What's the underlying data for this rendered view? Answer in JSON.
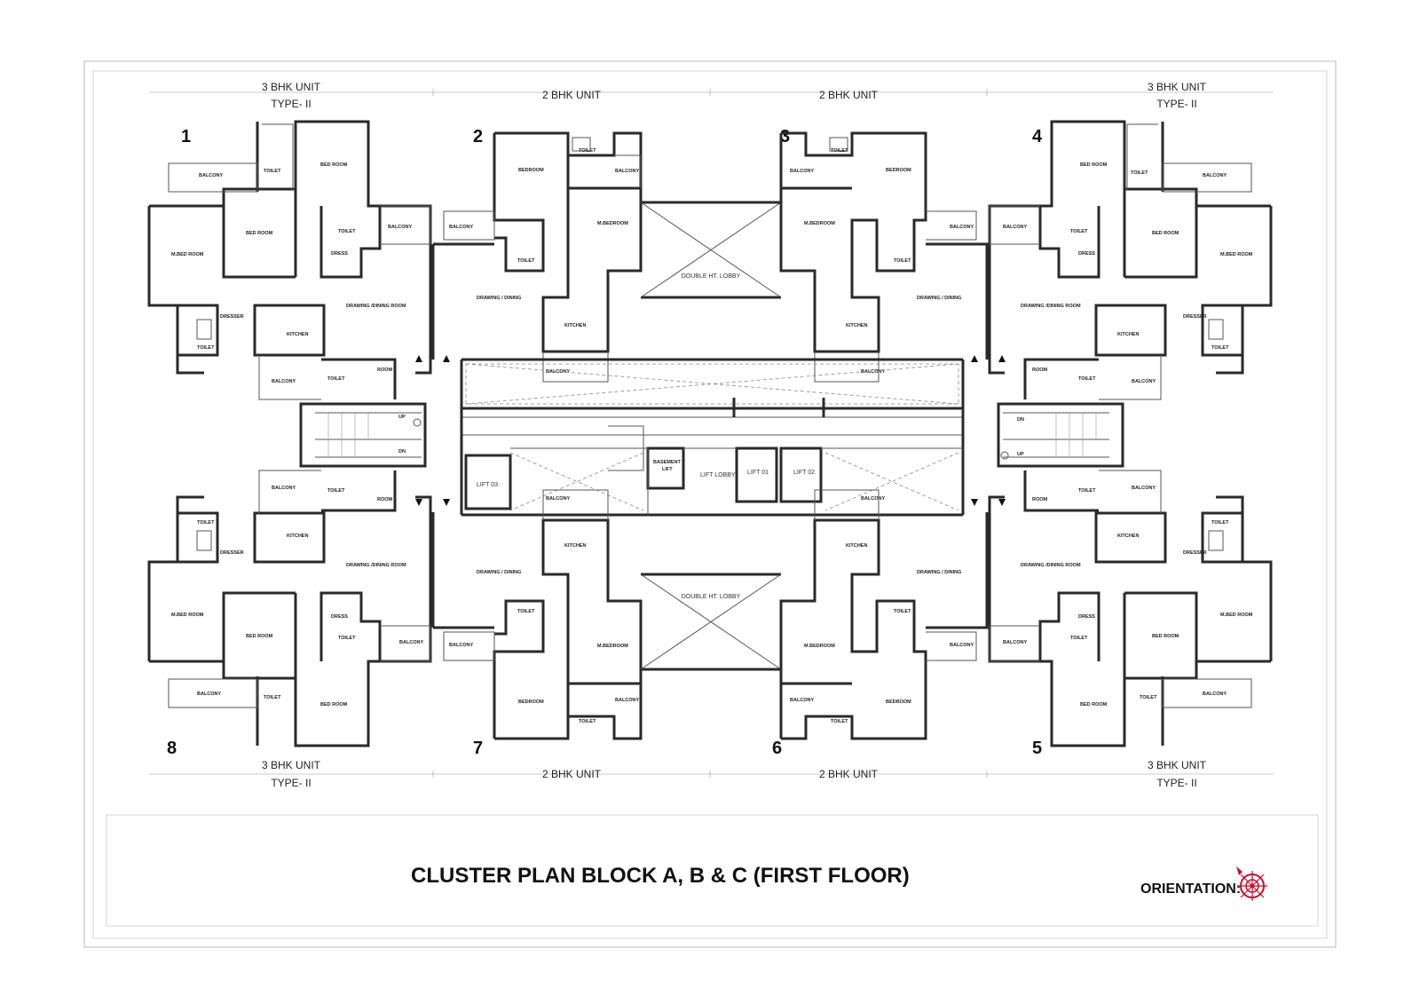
{
  "sheet": {
    "title": "CLUSTER PLAN BLOCK A, B & C (FIRST FLOOR)",
    "orientation_label": "ORIENTATION:",
    "north_marker_icon": "compass-rose-icon"
  },
  "units": [
    {
      "number": "1",
      "type_line1": "3 BHK UNIT",
      "type_line2": "TYPE- II"
    },
    {
      "number": "2",
      "type_line1": "2 BHK UNIT",
      "type_line2": ""
    },
    {
      "number": "3",
      "type_line1": "2 BHK UNIT",
      "type_line2": ""
    },
    {
      "number": "4",
      "type_line1": "3 BHK UNIT",
      "type_line2": "TYPE- II"
    },
    {
      "number": "5",
      "type_line1": "3 BHK UNIT",
      "type_line2": "TYPE- II"
    },
    {
      "number": "6",
      "type_line1": "2 BHK UNIT",
      "type_line2": ""
    },
    {
      "number": "7",
      "type_line1": "2 BHK UNIT",
      "type_line2": ""
    },
    {
      "number": "8",
      "type_line1": "3 BHK UNIT",
      "type_line2": "TYPE- II"
    }
  ],
  "rooms": {
    "balcony": "BALCONY",
    "toilet": "TOILET",
    "bed_room": "BED ROOM",
    "m_bed_room": "M.BED ROOM",
    "bedroom": "BEDROOM",
    "m_bedroom": "M.BEDROOM",
    "dress": "DRESS",
    "dresser": "DRESSER",
    "kitchen": "KITCHEN",
    "drawing_dining_room": "DRAWING /DINING ROOM",
    "drawing_dining": "DRAWING / DINING",
    "room": "ROOM",
    "double_ht_lobby": "DOUBLE HT. LOBBY",
    "lift_01": "LIFT 01",
    "lift_02": "LIFT 02",
    "lift_03": "LIFT 03",
    "lift_lobby": "LIFT LOBBY",
    "basement_lift_1": "BASEMENT",
    "basement_lift_2": "LIFT",
    "up": "UP",
    "dn": "DN"
  },
  "colors": {
    "wall": "#2a2a2a",
    "accent_red": "#c8102e"
  }
}
